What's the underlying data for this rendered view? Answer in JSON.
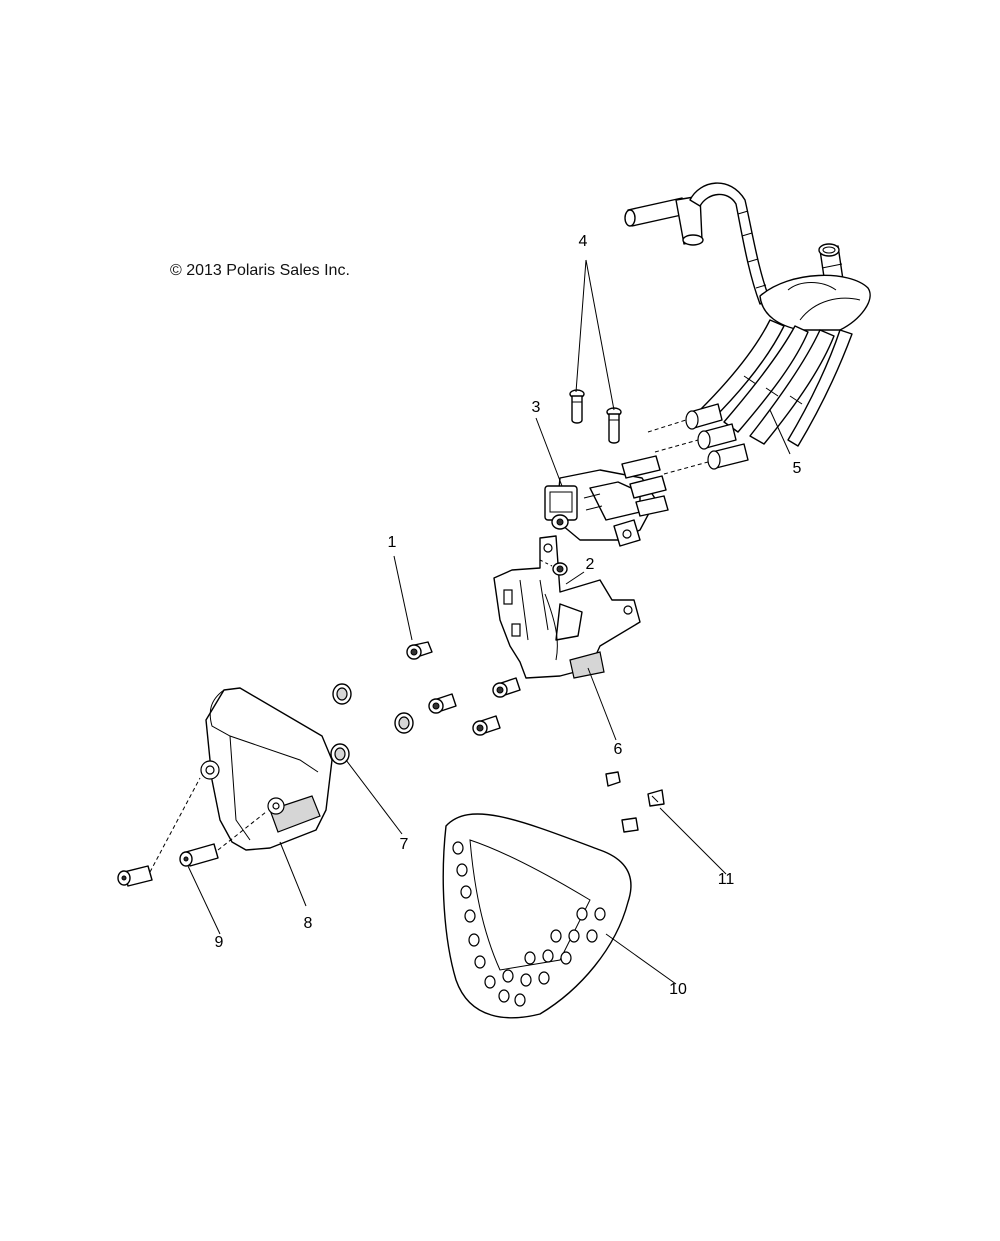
{
  "copyright": "© 2013 Polaris Sales Inc.",
  "callouts": [
    {
      "id": "1",
      "label": "1"
    },
    {
      "id": "2",
      "label": "2"
    },
    {
      "id": "3",
      "label": "3"
    },
    {
      "id": "4",
      "label": "4"
    },
    {
      "id": "5",
      "label": "5"
    },
    {
      "id": "6",
      "label": "6"
    },
    {
      "id": "7",
      "label": "7"
    },
    {
      "id": "8",
      "label": "8"
    },
    {
      "id": "9",
      "label": "9"
    },
    {
      "id": "10",
      "label": "10"
    },
    {
      "id": "11",
      "label": "11"
    }
  ],
  "colors": {
    "line": "#000000",
    "background": "#ffffff",
    "shade": "#d6d6d6"
  }
}
